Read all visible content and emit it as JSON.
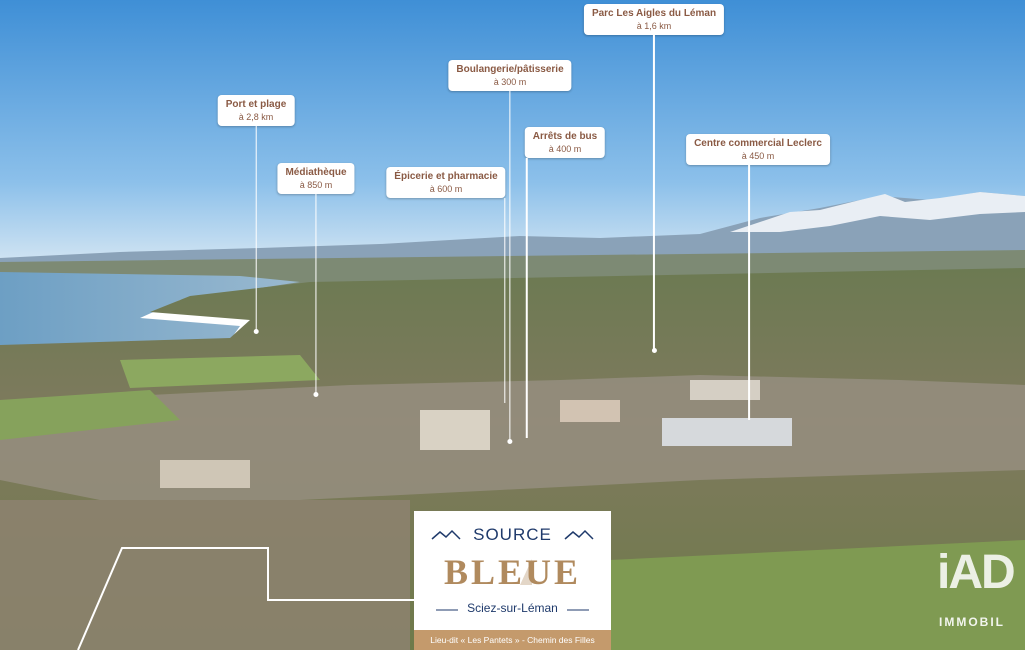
{
  "points_of_interest": [
    {
      "name": "Port et plage",
      "distance": "à 2,8 km"
    },
    {
      "name": "Médiathèque",
      "distance": "à 850 m"
    },
    {
      "name": "Épicerie et pharmacie",
      "distance": "à 600 m"
    },
    {
      "name": "Boulangerie/pâtisserie",
      "distance": "à 300 m"
    },
    {
      "name": "Arrêts de bus",
      "distance": "à 400 m"
    },
    {
      "name": "Parc Les Aigles du Léman",
      "distance": "à 1,6 km"
    },
    {
      "name": "Centre commercial Leclerc",
      "distance": "à 450 m"
    }
  ],
  "logo": {
    "source": "SOURCE",
    "bleue": "BLEUE",
    "place": "Sciez-sur-Léman",
    "address": "Lieu-dit « Les Pantets » - Chemin des Filles"
  },
  "agency": {
    "mark": "iAD",
    "sub": "IMMOBIL"
  },
  "colors": {
    "label_text": "#8a5a44",
    "brand_blue": "#1f3a6b",
    "brand_gold": "#b08a5e"
  }
}
